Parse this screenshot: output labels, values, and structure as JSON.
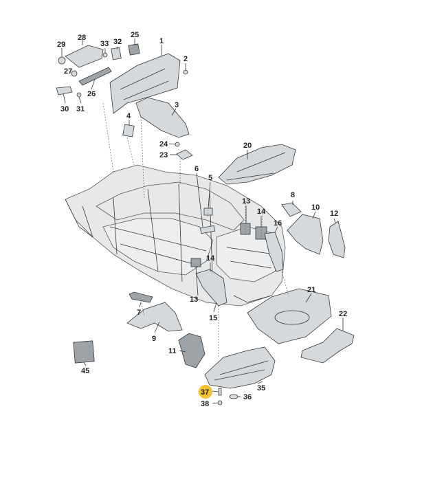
{
  "diagram": {
    "labels": {
      "l1": "1",
      "l2": "2",
      "l3": "3",
      "l4": "4",
      "l5": "5",
      "l6": "6",
      "l7": "7",
      "l8": "8",
      "l9": "9",
      "l10": "10",
      "l11": "11",
      "l12": "12",
      "l13a": "13",
      "l13b": "13",
      "l14a": "14",
      "l14b": "14",
      "l15": "15",
      "l16": "16",
      "l20": "20",
      "l21": "21",
      "l22": "22",
      "l23": "23",
      "l24": "24",
      "l25": "25",
      "l26": "26",
      "l27": "27",
      "l28": "28",
      "l29": "29",
      "l30": "30",
      "l31": "31",
      "l32": "32",
      "l33": "33",
      "l35": "35",
      "l36": "36",
      "l37": "37",
      "l38": "38",
      "l45": "45"
    },
    "highlighted_label": "37",
    "highlight_color": "#f2c230"
  }
}
